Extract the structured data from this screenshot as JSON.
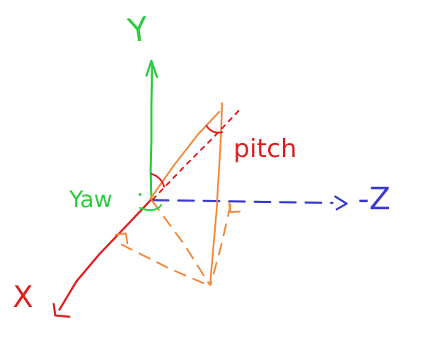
{
  "labels": {
    "y_axis": "Y",
    "x_axis": "X",
    "z_axis": "-Z",
    "pitch": "pitch",
    "yaw": "Yaw"
  },
  "colors": {
    "background": "#ffffff",
    "y_axis": "#2ecc40",
    "x_axis": "#e02020",
    "z_axis": "#3a3ad0",
    "vector": "#f08a3c",
    "pitch": "#e02020",
    "yaw": "#2ecc40"
  }
}
